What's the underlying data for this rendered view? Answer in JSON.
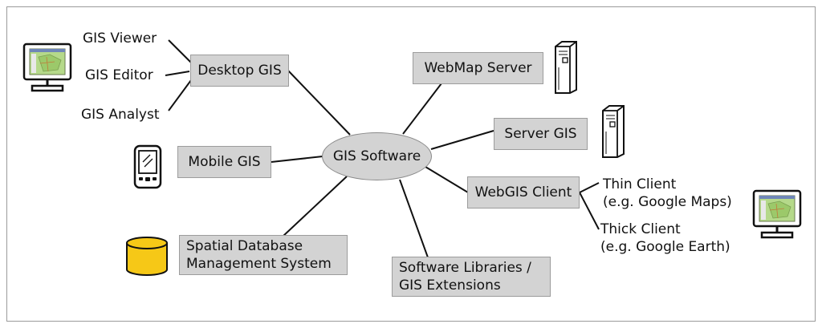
{
  "hub": {
    "label": "GIS Software"
  },
  "nodes": {
    "desktop_gis": "Desktop GIS",
    "mobile_gis": "Mobile GIS",
    "spatial_db": "Spatial Database\nManagement System",
    "software_libraries": "Software Libraries /\nGIS Extensions",
    "webgis_client": "WebGIS Client",
    "server_gis": "Server GIS",
    "webmap_server": "WebMap Server"
  },
  "desktop_types": {
    "viewer": "GIS Viewer",
    "editor": "GIS Editor",
    "analyst": "GIS Analyst"
  },
  "client_types": {
    "thin": "Thin Client\n(e.g. Google Maps)",
    "thick": "Thick Client\n(e.g. Google Earth)"
  },
  "icons": {
    "desktop_monitor": "monitor-icon",
    "client_monitor": "monitor-icon",
    "mobile": "pda-icon",
    "database": "database-cylinder-icon",
    "server_a": "server-tower-icon",
    "server_b": "server-tower-icon"
  },
  "colors": {
    "box_fill": "#d3d3d3",
    "database": "#f6c817",
    "map_green": "#b5d98a"
  }
}
